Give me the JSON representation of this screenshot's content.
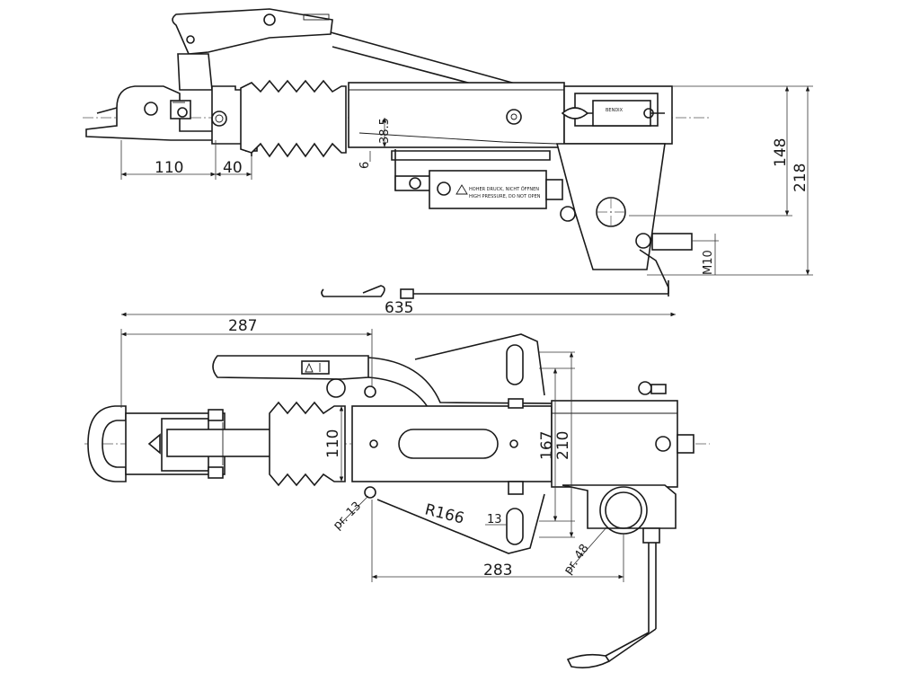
{
  "side_view": {
    "dimensions": {
      "d110": "110",
      "d40": "40",
      "d38_5": "38.5",
      "d6": "6",
      "d148": "148",
      "d218": "218",
      "m10": "M10",
      "d635": "635"
    },
    "label_block_text": "BENDIX",
    "damper_label_line1": "HOHER DRUCK, NICHT ÖFFNEN",
    "damper_label_line2": "HIGH PRESSURE, DO NOT OPEN"
  },
  "top_view": {
    "dimensions": {
      "d287": "287",
      "d110": "110",
      "d167": "167",
      "d210": "210",
      "pr13": "pr. 13",
      "r166": "R166",
      "d13": "13",
      "d283": "283",
      "pr48": "pr. 48"
    }
  }
}
